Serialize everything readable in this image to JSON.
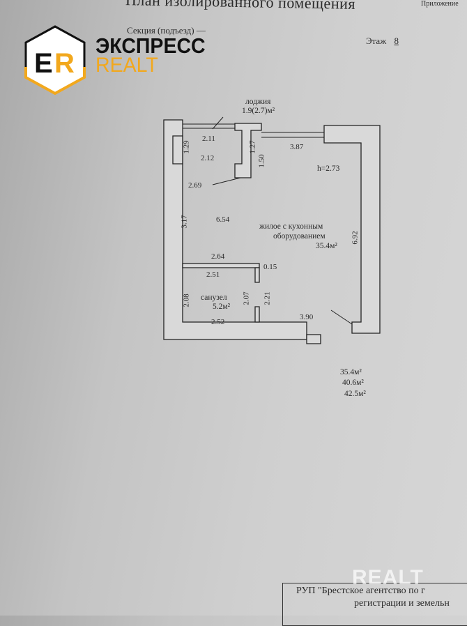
{
  "document": {
    "title": "План изолированного помещения",
    "appendix": "Приложение",
    "section_label": "Секция (подъезд)",
    "section_value": "—",
    "floor_label": "Этаж",
    "floor_value": "8"
  },
  "logo": {
    "monogram": "ER",
    "line1": "ЭКСПРЕСС",
    "line2": "REALT",
    "accent": "#f2a81d"
  },
  "plan": {
    "loggia_label": "лоджия",
    "loggia_area": "1.9(2.7)м²",
    "ceiling_height": "h=2.73",
    "living_label_1": "жилое с кухонным",
    "living_label_2": "оборудованием",
    "living_area": "35.4м²",
    "bath_label": "санузел",
    "bath_area": "5.2м²",
    "dims": {
      "d211": "2.11",
      "d129": "1.29",
      "d127": "1.27",
      "d212": "2.12",
      "d150": "1.50",
      "d387": "3.87",
      "d269": "2.69",
      "d317": "3.17",
      "d654": "6.54",
      "d692": "6.92",
      "d264": "2.64",
      "d251": "2.51",
      "d015": "0.15",
      "d208": "2.08",
      "d207": "2.07",
      "d221": "2.21",
      "d252": "2.52",
      "d390": "3.90"
    }
  },
  "totals": [
    "35.4м²",
    "40.6м²",
    "42.5м²"
  ],
  "stamp": {
    "line1": "РУП \"Брестское агентство по г",
    "line2": "регистрации и земельн"
  },
  "watermark": "REALT"
}
